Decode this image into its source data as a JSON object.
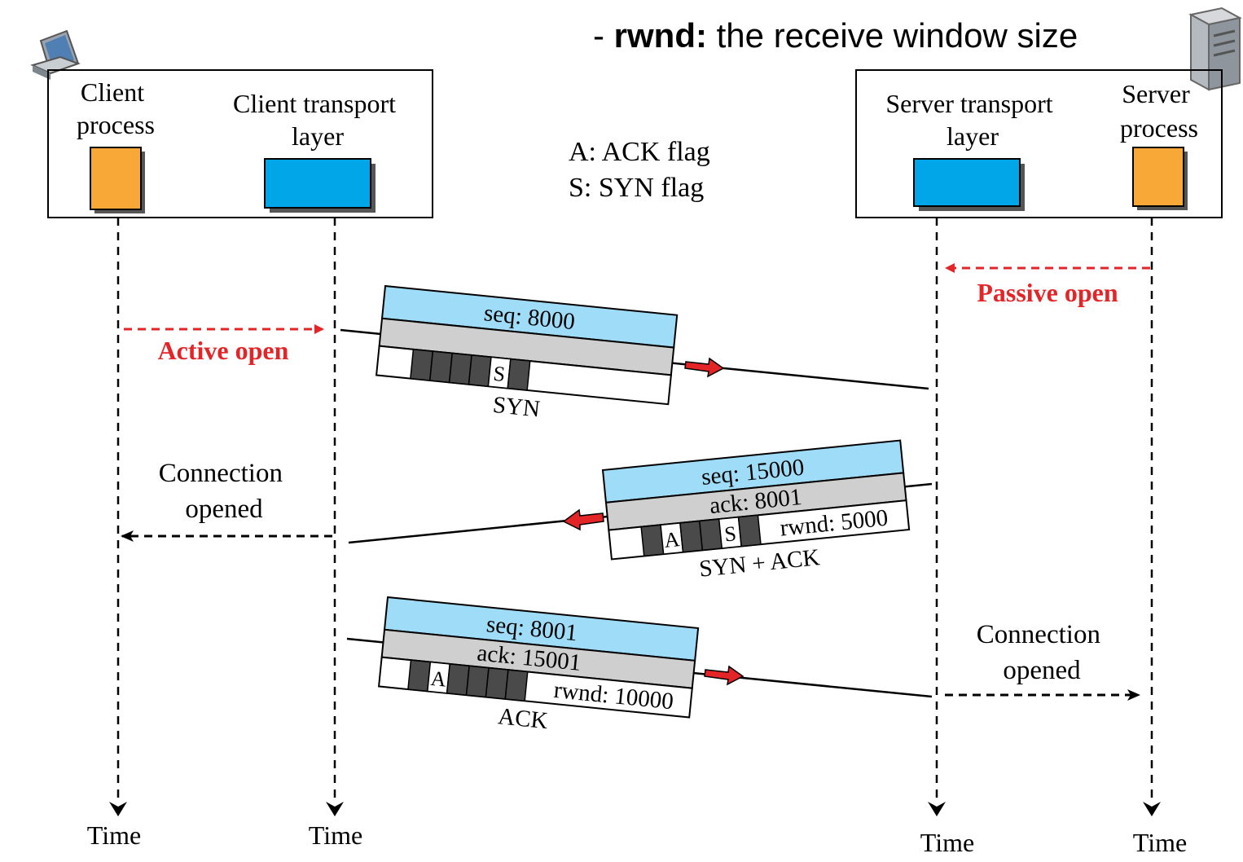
{
  "headline": {
    "prefix": "- ",
    "term": "rwnd:",
    "rest": " the receive window size"
  },
  "client": {
    "process_label": [
      "Client",
      "process"
    ],
    "transport_label": [
      "Client transport",
      "layer"
    ]
  },
  "server": {
    "transport_label": [
      "Server transport",
      "layer"
    ],
    "process_label": [
      "Server",
      "process"
    ]
  },
  "legend": {
    "ack": "A: ACK flag",
    "syn": "S: SYN flag"
  },
  "events": {
    "active_open": "Active open",
    "passive_open": "Passive open",
    "client_connection_opened": [
      "Connection",
      "opened"
    ],
    "server_connection_opened": [
      "Connection",
      "opened"
    ]
  },
  "segments": {
    "syn": {
      "seq": "seq: 8000",
      "flag": "S",
      "name": "SYN"
    },
    "synack": {
      "seq": "seq: 15000",
      "ack": "ack: 8001",
      "flag_a": "A",
      "flag_s": "S",
      "rwnd": "rwnd: 5000",
      "name": "SYN + ACK"
    },
    "ack": {
      "seq": "seq: 8001",
      "ack": "ack: 15001",
      "flag_a": "A",
      "rwnd": "rwnd: 10000",
      "name": "ACK"
    }
  },
  "time_labels": [
    "Time",
    "Time",
    "Time",
    "Time"
  ],
  "colors": {
    "process_orange": "#f7a836",
    "transport_blue": "#00a6e8",
    "seq_band": "#9fdcf7",
    "ack_band": "#cfcfcf",
    "flag_dark": "#4a4a4a",
    "event_red": "#e32528"
  },
  "icons": {
    "client": "laptop-icon",
    "server": "server-tower-icon"
  }
}
